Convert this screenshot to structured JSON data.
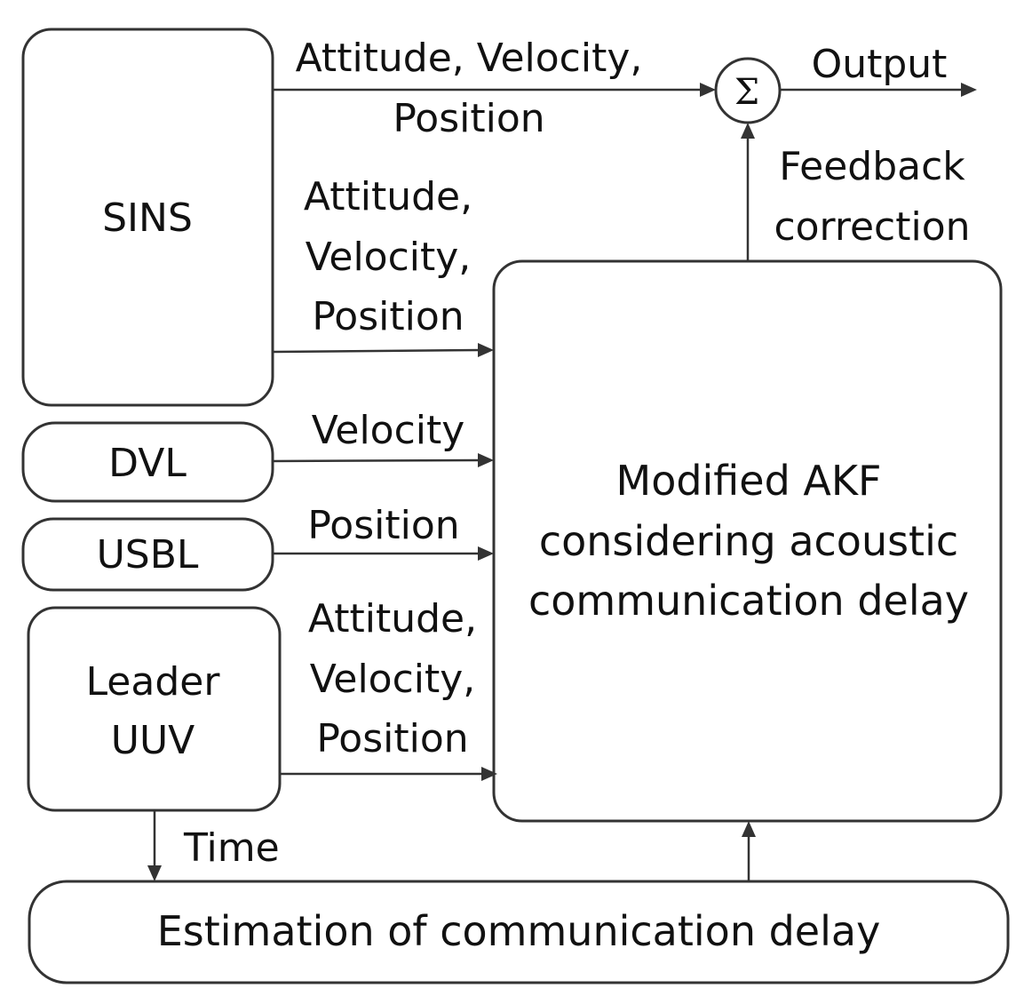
{
  "blocks": {
    "sins": "SINS",
    "dvl": "DVL",
    "usbl": "USBL",
    "leader_line1": "Leader",
    "leader_line2": "UUV",
    "akf_line1": "Modified AKF",
    "akf_line2": "considering acoustic",
    "akf_line3": "communication delay",
    "estimation": "Estimation of communication delay",
    "sum_symbol": "Σ"
  },
  "signals": {
    "sins_to_sum_line1": "Attitude, Velocity,",
    "sins_to_sum_line2": "Position",
    "sins_to_akf_line1": "Attitude,",
    "sins_to_akf_line2": "Velocity,",
    "sins_to_akf_line3": "Position",
    "dvl_to_akf": "Velocity",
    "usbl_to_akf": "Position",
    "leader_to_akf_line1": "Attitude,",
    "leader_to_akf_line2": "Velocity,",
    "leader_to_akf_line3": "Position",
    "leader_to_estimation": "Time",
    "feedback_line1": "Feedback",
    "feedback_line2": "correction",
    "output": "Output"
  },
  "colors": {
    "stroke": "#333333",
    "text": "#111111",
    "background": "#ffffff"
  }
}
